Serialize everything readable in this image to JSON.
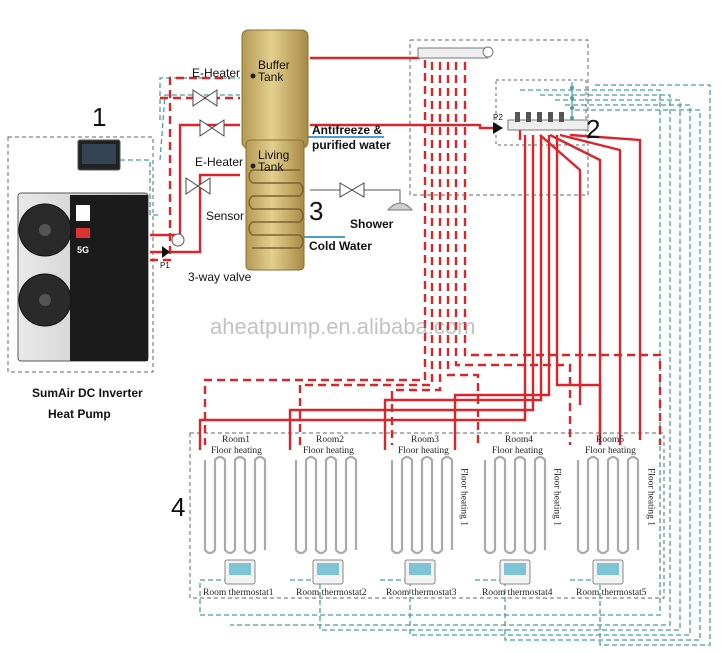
{
  "labels": {
    "buffer_tank": "Buffer Tank",
    "living_tank": "Living Tank",
    "e_heater_top": "E-Heater",
    "e_heater_mid": "E-Heater",
    "sensor": "Sensor",
    "antifreeze": "Antifreeze &",
    "purified": "purified water",
    "shower": "Shower",
    "cold_water": "Cold Water",
    "three_way": "3-way valve",
    "heat_pump_line1": "SumAir DC Inverter",
    "heat_pump_line2": "Heat Pump",
    "watermark": "aheatpump.en.alibaba.com",
    "p1": "P1",
    "p2": "P2",
    "unit_badge": "5G"
  },
  "numbers": {
    "n1": "1",
    "n2": "2",
    "n3": "3",
    "n4": "4"
  },
  "rooms": [
    {
      "name": "Room1",
      "floor": "Floor heating",
      "thermostat": "Room thermostat1"
    },
    {
      "name": "Room2",
      "floor": "Floor heating",
      "thermostat": "Room thermostat2"
    },
    {
      "name": "Room3",
      "floor": "Floor heating",
      "thermostat": "Room thermostat3"
    },
    {
      "name": "Room4",
      "floor": "Floor heating",
      "thermostat": "Room thermostat4"
    },
    {
      "name": "Room5",
      "floor": "Floor heating",
      "thermostat": "Room thermostat5"
    }
  ],
  "vertical_labels": [
    "Floor heating 1",
    "Floor heating 1",
    "Floor heating 1"
  ],
  "colors": {
    "hot": "#d9262b",
    "return": "#d9262b",
    "signal": "#4a9e9e",
    "tank": "#c9b06a",
    "unit": "#222222"
  }
}
